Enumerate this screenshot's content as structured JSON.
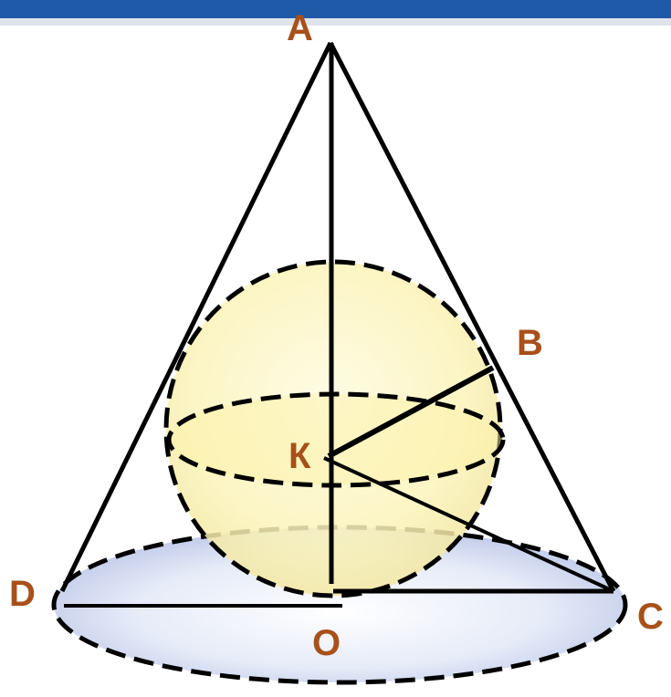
{
  "figure": {
    "top_bar_color": "#1f5aa8",
    "label_color": "#a8501a",
    "line_color": "#000000",
    "sphere_fill": "#fdf7c8",
    "base_fill": "#dfe5f5",
    "labels": {
      "A": "A",
      "B": "B",
      "C": "C",
      "D": "D",
      "K": "К",
      "O": "O"
    }
  }
}
